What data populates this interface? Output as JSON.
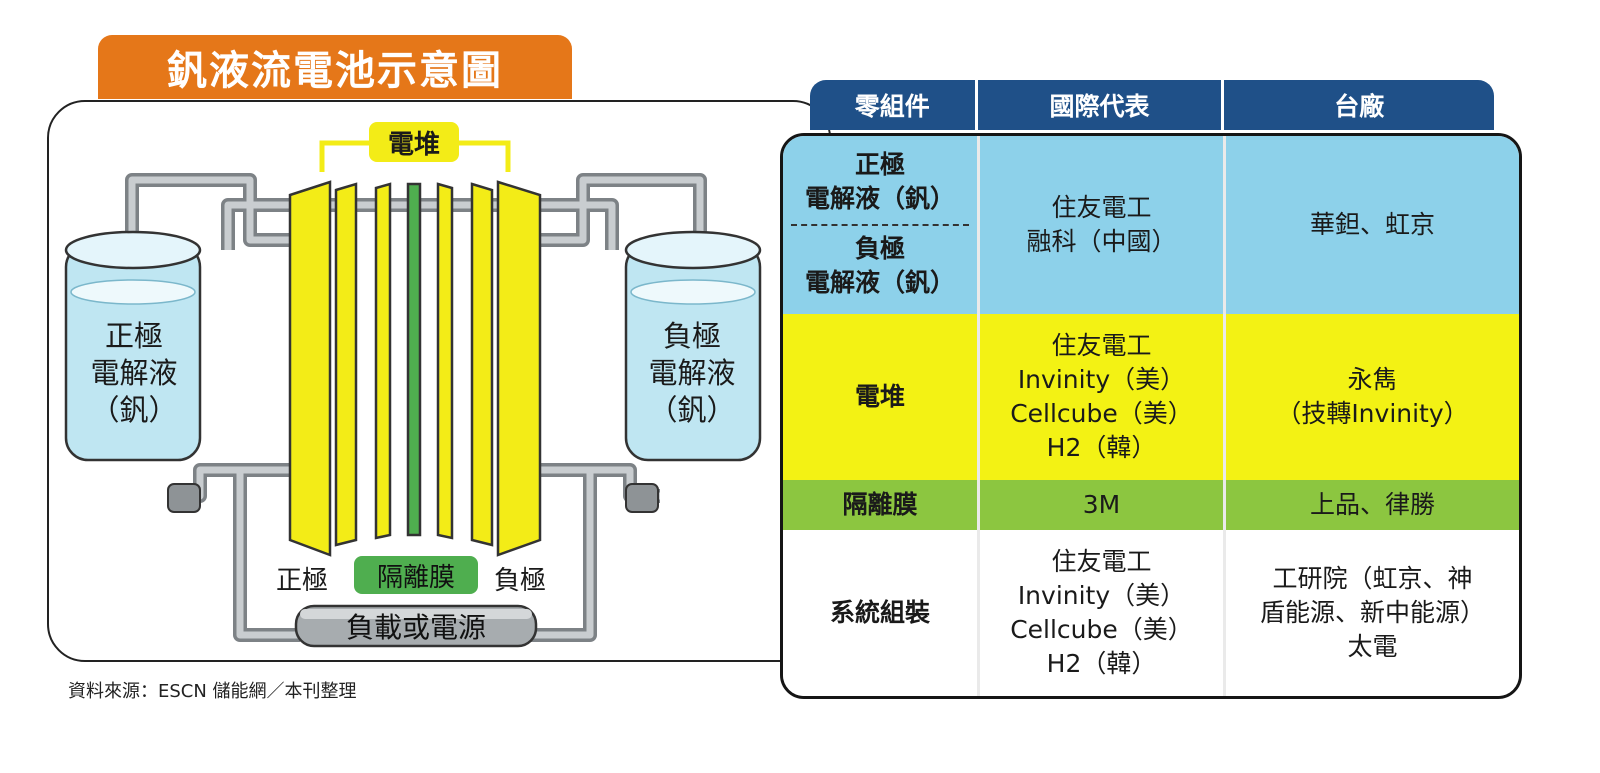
{
  "title": "釩液流電池示意圖",
  "diagram": {
    "stack_label": "電堆",
    "positive_tank_label": [
      "正極",
      "電解液",
      "（釩）"
    ],
    "negative_tank_label": [
      "負極",
      "電解液",
      "（釩）"
    ],
    "positive_electrode_label": "正極",
    "membrane_label": "隔離膜",
    "negative_electrode_label": "負極",
    "load_label": "負載或電源",
    "colors": {
      "electrolyte": "#bfe6f2",
      "electrode": "#f3ec17",
      "membrane": "#4fae4f",
      "pipe": "#9a9fa3"
    }
  },
  "source": "資料來源：ESCN 儲能網／本刊整理",
  "table": {
    "headers": [
      "零組件",
      "國際代表",
      "台廠"
    ],
    "header_color": "#1f5088",
    "rows": [
      {
        "component_top": [
          "正極",
          "電解液（釩）"
        ],
        "component_bottom": [
          "負極",
          "電解液（釩）"
        ],
        "international": [
          "住友電工",
          "融科（中國）"
        ],
        "taiwan": [
          "華鉭、虹京"
        ],
        "color": "#8dd1ea"
      },
      {
        "component": [
          "電堆"
        ],
        "international": [
          "住友電工",
          "Invinity（美）",
          "Cellcube（美）",
          "H2（韓）"
        ],
        "taiwan": [
          "永雋",
          "（技轉Invinity）"
        ],
        "color": "#f3f214"
      },
      {
        "component": [
          "隔離膜"
        ],
        "international": [
          "3M"
        ],
        "taiwan": [
          "上品、律勝"
        ],
        "color": "#8cc640"
      },
      {
        "component": [
          "系統組裝"
        ],
        "international": [
          "住友電工",
          "Invinity（美）",
          "Cellcube（美）",
          "H2（韓）"
        ],
        "taiwan": [
          "工研院（虹京、神",
          "盾能源、新中能源）",
          "太電"
        ],
        "color": "#ffffff"
      }
    ]
  }
}
